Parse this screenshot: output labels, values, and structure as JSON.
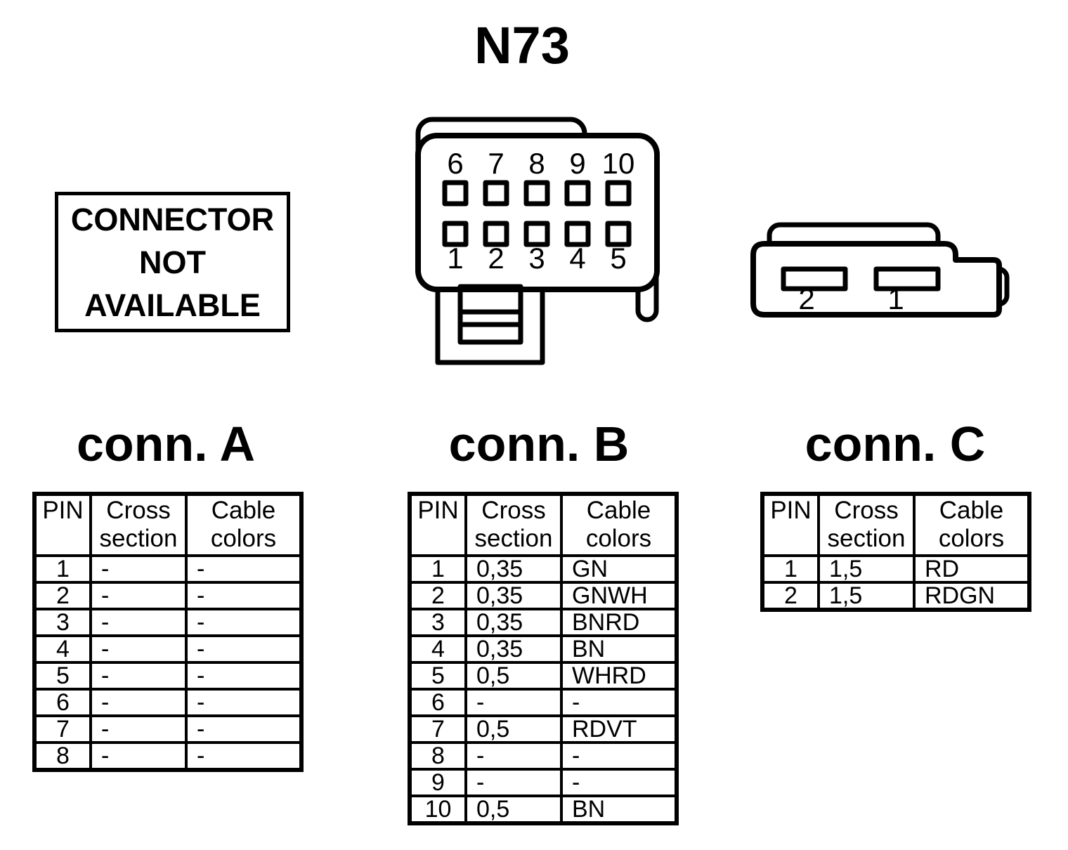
{
  "title": "N73",
  "notice": {
    "lines": [
      "CONNECTOR",
      "NOT",
      "AVAILABLE"
    ]
  },
  "drawing_b": {
    "top_pins": [
      "6",
      "7",
      "8",
      "9",
      "10"
    ],
    "bottom_pins": [
      "1",
      "2",
      "3",
      "4",
      "5"
    ]
  },
  "drawing_c": {
    "slot_labels": [
      "2",
      "1"
    ]
  },
  "tables": [
    {
      "id": "A",
      "title": "conn. A",
      "headers": [
        "PIN",
        "Cross section",
        "Cable colors"
      ],
      "rows": [
        [
          "1",
          "-",
          "-"
        ],
        [
          "2",
          "-",
          "-"
        ],
        [
          "3",
          "-",
          "-"
        ],
        [
          "4",
          "-",
          "-"
        ],
        [
          "5",
          "-",
          "-"
        ],
        [
          "6",
          "-",
          "-"
        ],
        [
          "7",
          "-",
          "-"
        ],
        [
          "8",
          "-",
          "-"
        ]
      ]
    },
    {
      "id": "B",
      "title": "conn. B",
      "headers": [
        "PIN",
        "Cross section",
        "Cable colors"
      ],
      "rows": [
        [
          "1",
          "0,35",
          "GN"
        ],
        [
          "2",
          "0,35",
          "GNWH"
        ],
        [
          "3",
          "0,35",
          "BNRD"
        ],
        [
          "4",
          "0,35",
          "BN"
        ],
        [
          "5",
          "0,5",
          "WHRD"
        ],
        [
          "6",
          "-",
          "-"
        ],
        [
          "7",
          "0,5",
          "RDVT"
        ],
        [
          "8",
          "-",
          "-"
        ],
        [
          "9",
          "-",
          "-"
        ],
        [
          "10",
          "0,5",
          "BN"
        ]
      ]
    },
    {
      "id": "C",
      "title": "conn. C",
      "headers": [
        "PIN",
        "Cross section",
        "Cable colors"
      ],
      "rows": [
        [
          "1",
          "1,5",
          "RD"
        ],
        [
          "2",
          "1,5",
          "RDGN"
        ]
      ]
    }
  ],
  "colors": {
    "ink": "#000000",
    "paper": "#ffffff"
  }
}
